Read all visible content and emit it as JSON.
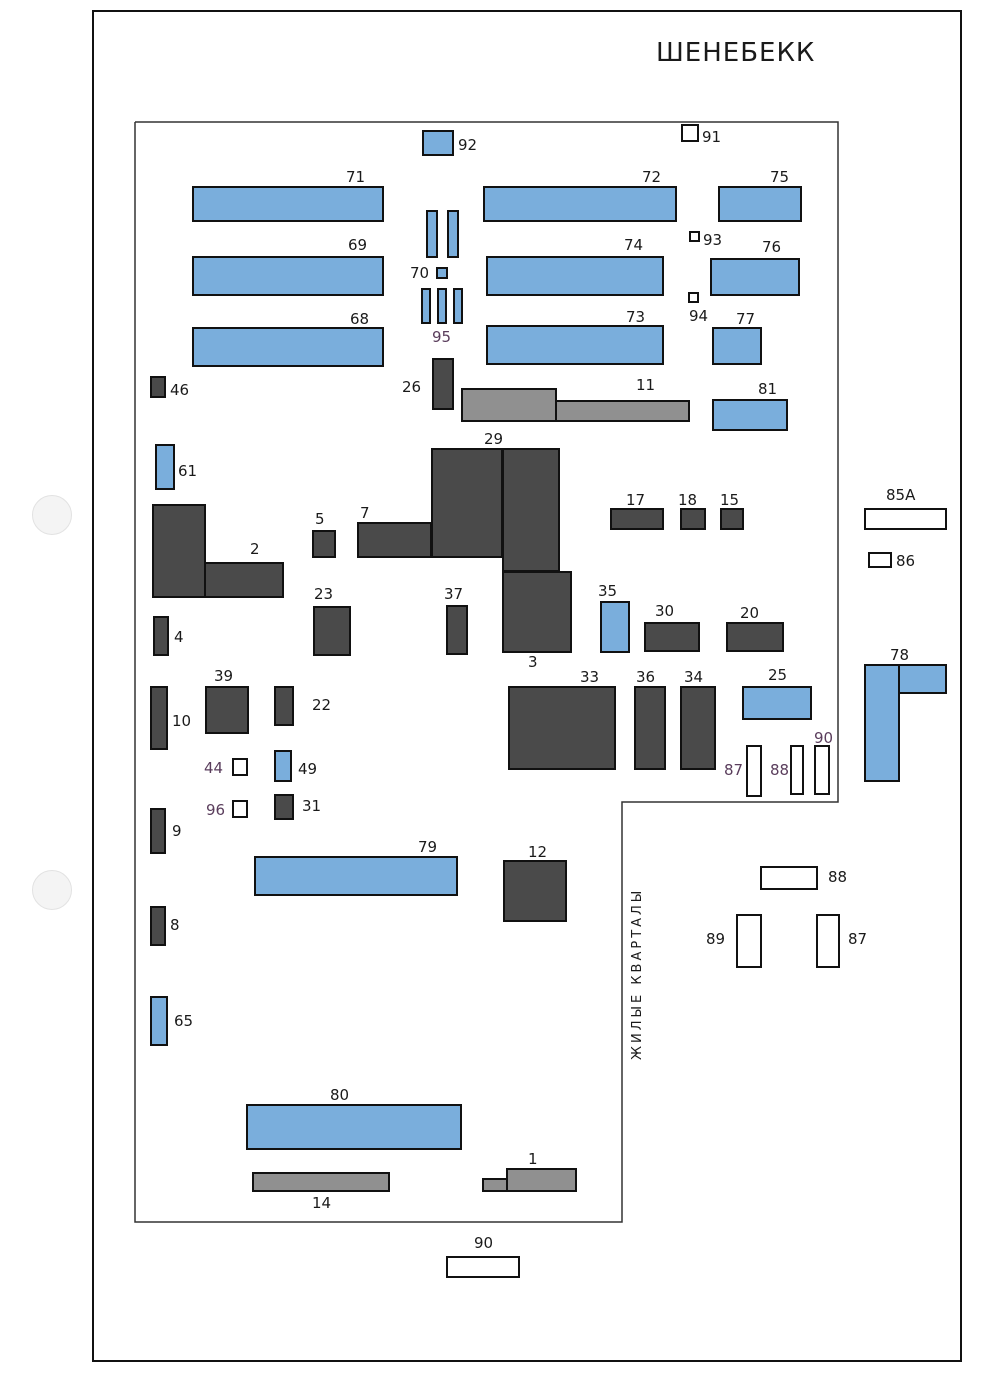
{
  "title": "ШЕНЕБЕКК",
  "side_note": "ЖИЛЫЕ КВАРТАЛЫ",
  "colors": {
    "blue": "#7aaedc",
    "dark": "#4a4a4a",
    "gray": "#909090"
  },
  "labels": {
    "b92": "92",
    "b91": "91",
    "b71": "71",
    "b72": "72",
    "b75": "75",
    "b69": "69",
    "b93": "93",
    "b74": "74",
    "b76": "76",
    "b70": "70",
    "b68": "68",
    "b94": "94",
    "b73": "73",
    "b77": "77",
    "b95": "95",
    "b46": "46",
    "b26": "26",
    "b11": "11",
    "b81": "81",
    "b29": "29",
    "b61": "61",
    "b17": "17",
    "b18": "18",
    "b15": "15",
    "b85a": "85А",
    "b5": "5",
    "b7": "7",
    "b2": "2",
    "b86": "86",
    "b23": "23",
    "b37": "37",
    "b35": "35",
    "b30": "30",
    "b20": "20",
    "b4": "4",
    "b3": "3",
    "b78": "78",
    "b39": "39",
    "b33": "33",
    "b36": "36",
    "b34": "34",
    "b25": "25",
    "b22": "22",
    "b10": "10",
    "b90a": "90",
    "b44": "44",
    "b49": "49",
    "b87a": "87",
    "b88a": "88",
    "b96": "96",
    "b31": "31",
    "b9": "9",
    "b79": "79",
    "b12": "12",
    "b88b": "88",
    "b8": "8",
    "b89": "89",
    "b87b": "87",
    "b65": "65",
    "b80": "80",
    "b1": "1",
    "b14": "14",
    "b90b": "90"
  }
}
